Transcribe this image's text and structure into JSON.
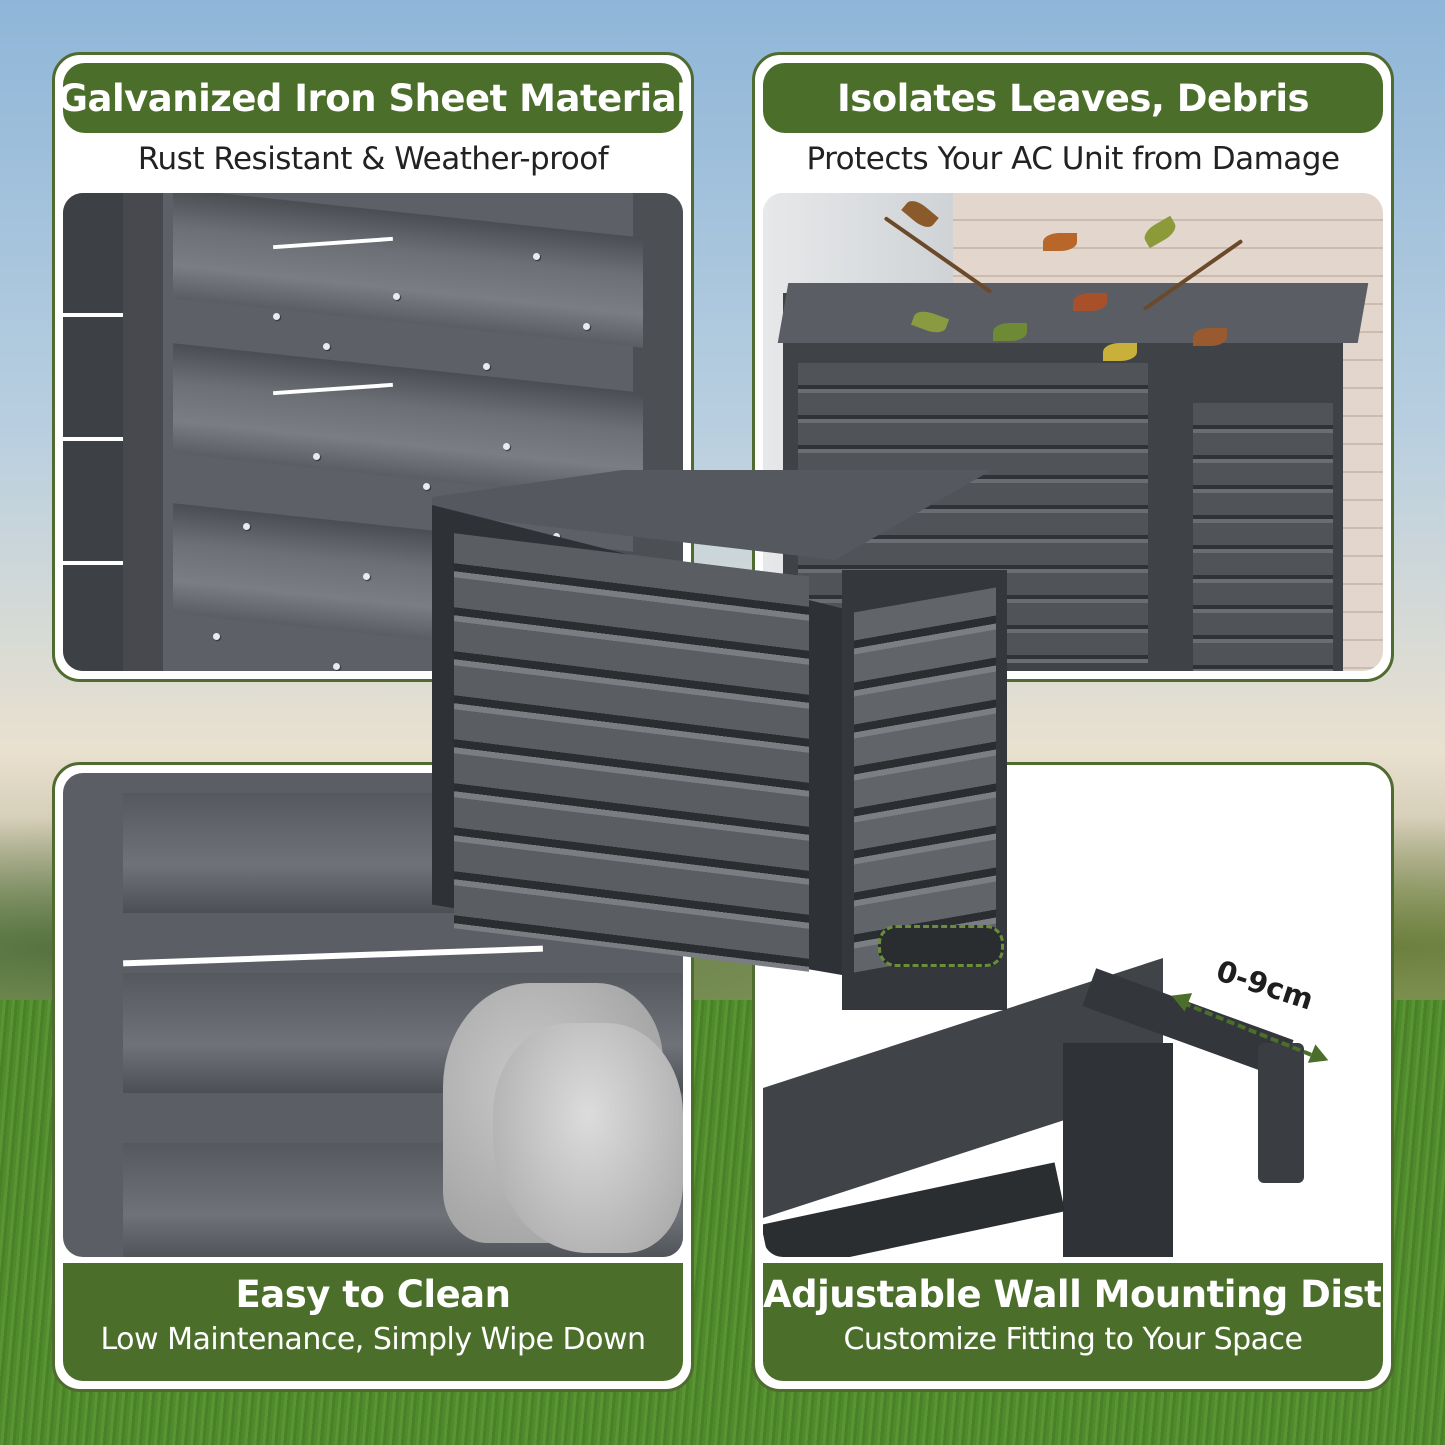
{
  "panels": {
    "material": {
      "title": "Galvanized Iron Sheet Material",
      "subtitle": "Rust Resistant & Weather-proof"
    },
    "debris": {
      "title": "Isolates Leaves, Debris",
      "subtitle": "Protects Your AC Unit from Damage"
    },
    "clean": {
      "title": "Easy to Clean",
      "subtitle": "Low Maintenance, Simply Wipe Down"
    },
    "mounting": {
      "title": "Adjustable Wall Mounting Distance",
      "subtitle": "Customize Fitting to Your Space",
      "distance_label": "0-9cm"
    }
  },
  "colors": {
    "accent_green": "#4c6e2b",
    "panel_border": "#4f6b2f",
    "product_gray": "#2e3135"
  }
}
